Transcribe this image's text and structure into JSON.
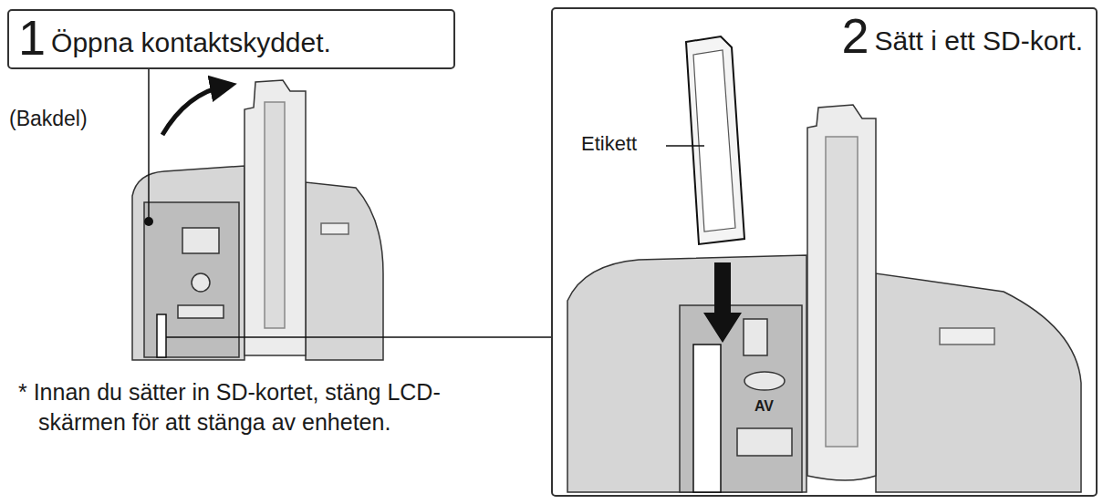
{
  "diagram": {
    "nodes": [
      {
        "text": [
          "1",
          "Öppna kontaktskyddet."
        ]
      },
      {
        "text": [
          "2",
          "Sätt i ett SD-kort."
        ]
      }
    ],
    "labels": [
      "(Bakdel)",
      "Etikett",
      "AV",
      "* Innan du sätter in SD-kortet, stäng LCD-skärmen för att stänga av enheten."
    ]
  }
}
